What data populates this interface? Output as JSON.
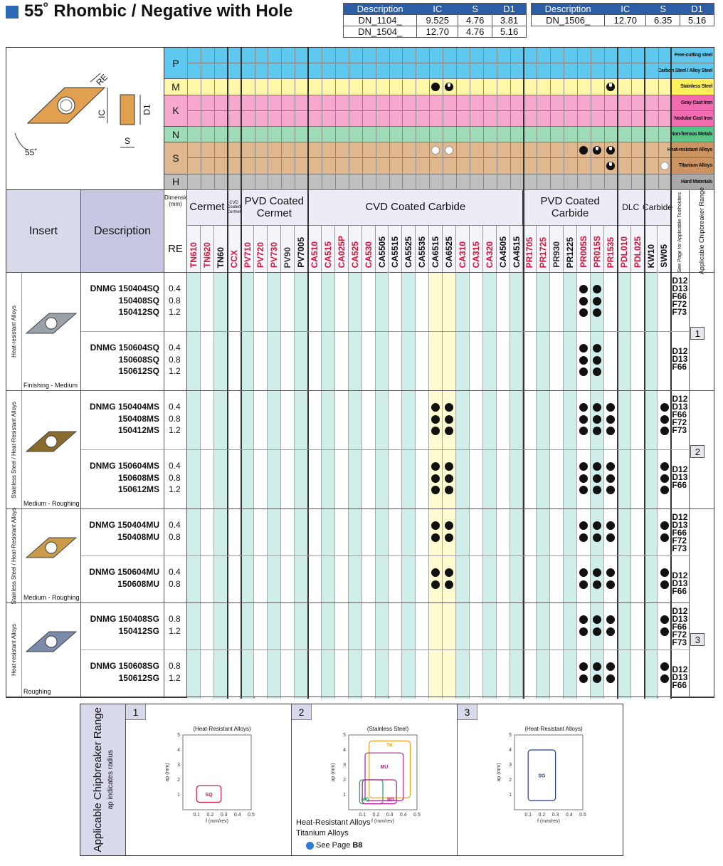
{
  "title": "55˚ Rhombic / Negative with Hole",
  "dim_table_left": {
    "headers": [
      "Description",
      "IC",
      "S",
      "D1"
    ],
    "rows": [
      [
        "DN_1104_",
        "9.525",
        "4.76",
        "3.81"
      ],
      [
        "DN_1504_",
        "12.70",
        "4.76",
        "5.16"
      ]
    ]
  },
  "dim_table_right": {
    "headers": [
      "Description",
      "IC",
      "S",
      "D1"
    ],
    "rows": [
      [
        "DN_1506_",
        "12.70",
        "6.35",
        "5.16"
      ]
    ]
  },
  "drawing": {
    "re": "RE",
    "ic": "IC",
    "d1": "D1",
    "s": "S",
    "angle": "55˚"
  },
  "materials": [
    {
      "code": "P",
      "color": "#5ec8ef",
      "rows": [
        {
          "label": "Free-cutting steel",
          "color": "#5ec8ef"
        },
        {
          "label": "Carbon Steel / Alloy Steel",
          "color": "#5ec8ef"
        }
      ]
    },
    {
      "code": "M",
      "color": "#fff7a8",
      "rows": [
        {
          "label": "Stainless Steel",
          "color": "#ffef5a"
        }
      ]
    },
    {
      "code": "K",
      "color": "#f7a8cf",
      "rows": [
        {
          "label": "Gray Cast Iron",
          "color": "#f06bb0"
        },
        {
          "label": "Nodular Cast Iron",
          "color": "#f06bb0"
        }
      ]
    },
    {
      "code": "N",
      "color": "#9fdcb8",
      "rows": [
        {
          "label": "Non-ferrous Metals",
          "color": "#58c48a"
        }
      ]
    },
    {
      "code": "S",
      "color": "#e0b890",
      "rows": [
        {
          "label": "Heat-resistant Alloys",
          "color": "#cc9363"
        },
        {
          "label": "Titanium Alloys",
          "color": "#cc9363"
        }
      ]
    },
    {
      "code": "H",
      "color": "#bfbfbf",
      "rows": [
        {
          "label": "Hard Materials",
          "color": "#a9a9a9"
        }
      ]
    }
  ],
  "headers": {
    "insert": "Insert",
    "description": "Description",
    "dimension": "Dimension (mm)",
    "re": "RE",
    "groups": [
      "Cermet",
      "CVD Coated Cermet",
      "PVD Coated Cermet",
      "CVD Coated Carbide",
      "PVD Coated Carbide",
      "DLC",
      "Carbide"
    ],
    "toolholders": "See Page for Applicable Toolholders",
    "chipbreaker": "Applicable Chipbreaker Range"
  },
  "grades": [
    {
      "name": "TN610",
      "color": "#d4143a"
    },
    {
      "name": "TN620",
      "color": "#d4143a"
    },
    {
      "name": "TN60",
      "color": "#111111"
    },
    {
      "name": "CCX",
      "color": "#d4143a"
    },
    {
      "name": "PV710",
      "color": "#d4143a"
    },
    {
      "name": "PV720",
      "color": "#d4143a"
    },
    {
      "name": "PV730",
      "color": "#d4143a"
    },
    {
      "name": "PV90",
      "color": "#333333"
    },
    {
      "name": "PV7005",
      "color": "#111111"
    },
    {
      "name": "CA510",
      "color": "#d4143a"
    },
    {
      "name": "CA515",
      "color": "#d4143a"
    },
    {
      "name": "CA025P",
      "color": "#d4143a"
    },
    {
      "name": "CA525",
      "color": "#d4143a"
    },
    {
      "name": "CA530",
      "color": "#d4143a"
    },
    {
      "name": "CA5505",
      "color": "#111111"
    },
    {
      "name": "CA5515",
      "color": "#111111"
    },
    {
      "name": "CA5525",
      "color": "#111111"
    },
    {
      "name": "CA5535",
      "color": "#111111"
    },
    {
      "name": "CA6515",
      "color": "#111111"
    },
    {
      "name": "CA6525",
      "color": "#111111"
    },
    {
      "name": "CA310",
      "color": "#d4143a"
    },
    {
      "name": "CA315",
      "color": "#d4143a"
    },
    {
      "name": "CA320",
      "color": "#d4143a"
    },
    {
      "name": "CA4505",
      "color": "#111111"
    },
    {
      "name": "CA4515",
      "color": "#111111"
    },
    {
      "name": "PR1705",
      "color": "#d4143a"
    },
    {
      "name": "PR1725",
      "color": "#d4143a"
    },
    {
      "name": "PR930",
      "color": "#333333"
    },
    {
      "name": "PR1225",
      "color": "#111111"
    },
    {
      "name": "PR005S",
      "color": "#d4143a"
    },
    {
      "name": "PR015S",
      "color": "#d4143a"
    },
    {
      "name": "PR1535",
      "color": "#d4143a"
    },
    {
      "name": "PDL010",
      "color": "#d4143a"
    },
    {
      "name": "PDL025",
      "color": "#d4143a"
    },
    {
      "name": "KW10",
      "color": "#111111"
    },
    {
      "name": "SW05",
      "color": "#111111"
    }
  ],
  "sections": [
    {
      "category": "Heat-resistant Alloys",
      "range": "Finishing - Medium",
      "insert_color": "#9aa0a8",
      "chip": "1",
      "groups": [
        {
          "desc": [
            "DNMG 150404SQ",
            "150408SQ",
            "150412SQ"
          ],
          "re": [
            "0.4",
            "0.8",
            "1.2"
          ],
          "holders": [
            "D12",
            "D13",
            "F66",
            "F72",
            "F73"
          ]
        },
        {
          "desc": [
            "DNMG 150604SQ",
            "150608SQ",
            "150612SQ"
          ],
          "re": [
            "0.4",
            "0.8",
            "1.2"
          ],
          "holders": [
            "D12",
            "D13",
            "F66"
          ]
        }
      ]
    },
    {
      "category": "Stainless Steel / Heat-Resistant Alloys",
      "range": "Medium - Roughing",
      "insert_color": "#8a6a2a",
      "chip": "2",
      "groups": [
        {
          "desc": [
            "DNMG 150404MS",
            "150408MS",
            "150412MS"
          ],
          "re": [
            "0.4",
            "0.8",
            "1.2"
          ],
          "holders": [
            "D12",
            "D13",
            "F66",
            "F72",
            "F73"
          ]
        },
        {
          "desc": [
            "DNMG 150604MS",
            "150608MS",
            "150612MS"
          ],
          "re": [
            "0.4",
            "0.8",
            "1.2"
          ],
          "holders": [
            "D12",
            "D13",
            "F66"
          ]
        }
      ]
    },
    {
      "category": "Stainless Steel / Heat-Resistant Alloys",
      "range": "Medium - Roughing",
      "insert_color": "#c89a4a",
      "chip": "",
      "groups": [
        {
          "desc": [
            "DNMG 150404MU",
            "150408MU"
          ],
          "re": [
            "0.4",
            "0.8"
          ],
          "holders": [
            "D12",
            "D13",
            "F66",
            "F72",
            "F73"
          ]
        },
        {
          "desc": [
            "DNMG 150604MU",
            "150608MU"
          ],
          "re": [
            "0.4",
            "0.8"
          ],
          "holders": [
            "D12",
            "D13",
            "F66"
          ]
        }
      ]
    },
    {
      "category": "Heat-resistant Alloys",
      "range": "Roughing",
      "insert_color": "#7a8aa8",
      "chip": "3",
      "groups": [
        {
          "desc": [
            "DNMG 150408SG",
            "150412SG"
          ],
          "re": [
            "0.8",
            "1.2"
          ],
          "holders": [
            "D12",
            "D13",
            "F66",
            "F72",
            "F73"
          ]
        },
        {
          "desc": [
            "DNMG 150608SG",
            "150612SG"
          ],
          "re": [
            "0.8",
            "1.2"
          ],
          "holders": [
            "D12",
            "D13",
            "F66"
          ]
        }
      ]
    }
  ],
  "chip_range": {
    "title": "Applicable Chipbreaker Range",
    "subtitle": "ap indicates radius",
    "panels": [
      {
        "num": "1",
        "caption": "(Heat-Resistant Alloys)",
        "xlabel": "f (mm/rev)",
        "ylabel": "ap (mm)"
      },
      {
        "num": "2",
        "caption": "(Stainless Steel)",
        "xlabel": "f (mm/rev)",
        "ylabel": "ap (mm)"
      },
      {
        "num": "3",
        "caption": "(Heat-Resistant Alloys)",
        "xlabel": "f (mm/rev)",
        "ylabel": "ap (mm)"
      }
    ],
    "note_line1": "Heat-Resistant Alloys",
    "note_line2": "Titanium Alloys",
    "see_page": "See Page",
    "see_page_ref": "B8"
  },
  "chart_data": [
    {
      "type": "area",
      "title": "(Heat-Resistant Alloys)",
      "xlabel": "f (mm/rev)",
      "ylabel": "ap (mm)",
      "xlim": [
        0,
        0.5
      ],
      "ylim": [
        0,
        5
      ],
      "series": [
        {
          "name": "SQ",
          "color": "#d4143a",
          "x": [
            0.1,
            0.28
          ],
          "y": [
            0.5,
            1.6
          ]
        }
      ]
    },
    {
      "type": "area",
      "title": "(Stainless Steel)",
      "xlabel": "f (mm/rev)",
      "ylabel": "ap (mm)",
      "xlim": [
        0,
        0.5
      ],
      "ylim": [
        0,
        5
      ],
      "series": [
        {
          "name": "TK",
          "color": "#f0a020",
          "x": [
            0.15,
            0.45
          ],
          "y": [
            0.8,
            4.6
          ]
        },
        {
          "name": "MU",
          "color": "#b02090",
          "x": [
            0.12,
            0.4
          ],
          "y": [
            0.6,
            3.8
          ]
        },
        {
          "name": "MQ",
          "color": "#20a060",
          "x": [
            0.08,
            0.25
          ],
          "y": [
            0.4,
            2.0
          ]
        },
        {
          "name": "MS",
          "color": "#b02090",
          "x": [
            0.1,
            0.35
          ],
          "y": [
            0.4,
            2.0
          ]
        }
      ]
    },
    {
      "type": "area",
      "title": "(Heat-Resistant Alloys)",
      "xlabel": "f (mm/rev)",
      "ylabel": "ap (mm)",
      "xlim": [
        0,
        0.5
      ],
      "ylim": [
        0,
        5
      ],
      "series": [
        {
          "name": "SG",
          "color": "#2a3a8a",
          "x": [
            0.1,
            0.3
          ],
          "y": [
            0.6,
            4.0
          ]
        }
      ]
    }
  ],
  "material_marks": [
    {
      "row": "Stainless Steel",
      "marks": [
        {
          "grade": "CA6515",
          "kind": "solid"
        },
        {
          "grade": "CA6525",
          "kind": "ring"
        },
        {
          "grade": "PR1535",
          "kind": "ring"
        }
      ]
    },
    {
      "row": "Heat-resistant Alloys",
      "marks": [
        {
          "grade": "CA6515",
          "kind": "hollow"
        },
        {
          "grade": "CA6525",
          "kind": "hollow-ring"
        },
        {
          "grade": "PR005S",
          "kind": "solid"
        },
        {
          "grade": "PR015S",
          "kind": "ring"
        },
        {
          "grade": "PR1535",
          "kind": "ring"
        }
      ]
    },
    {
      "row": "Titanium Alloys",
      "marks": [
        {
          "grade": "PR1535",
          "kind": "ring"
        },
        {
          "grade": "SW05",
          "kind": "hollow-ring"
        }
      ]
    }
  ]
}
